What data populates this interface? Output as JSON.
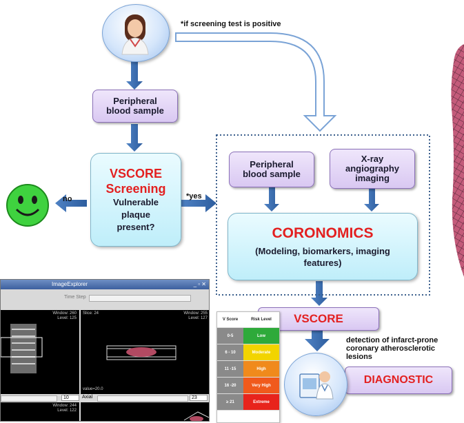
{
  "top_note": "*if screening test is positive",
  "boxes": {
    "blood_sample_1": [
      "Peripheral",
      "blood sample"
    ],
    "vscore_screening": {
      "title1": "VSCORE",
      "title2": "Screening",
      "q1": "Vulnerable",
      "q2": "plaque",
      "q3": "present?"
    },
    "blood_sample_2": [
      "Peripheral",
      "blood sample"
    ],
    "xray": [
      "X-ray",
      "angiography",
      "imaging"
    ],
    "coronomics": {
      "title": "CORONOMICS",
      "line1": "(Modeling, biomarkers, imaging",
      "line2": "features)"
    },
    "vscore": "VSCORE",
    "diagnostic": "DIAGNOSTIC"
  },
  "labels": {
    "no": "no",
    "yes": "*yes",
    "detection1": "detection of infarct-prone",
    "detection2": "coronary atherosclerotic",
    "detection3": "lesions"
  },
  "risk_table": {
    "header": [
      "V Score",
      "Risk Level"
    ],
    "rows": [
      {
        "score": "0-5",
        "level": "Low",
        "color": "#2eaa3a"
      },
      {
        "score": "6 - 10",
        "level": "Moderate",
        "color": "#f2d400"
      },
      {
        "score": "11 -15",
        "level": "High",
        "color": "#f08a1c"
      },
      {
        "score": "16 -20",
        "level": "Very High",
        "color": "#f05a1c"
      },
      {
        "score": "≥ 21",
        "level": "Extreme",
        "color": "#e8241c"
      }
    ]
  },
  "viewer": {
    "title": "ImageExplorer",
    "slider_label": "Time Step",
    "q1": {
      "window": "Window: 260",
      "level": "Level: 125"
    },
    "q2": {
      "slice": "Slice: 24",
      "window": "Window: 255",
      "level": "Level: 127",
      "value": "value=20.0"
    },
    "q3": {
      "window": "Window: 244",
      "level": "Level: 122"
    },
    "ctrl_val1": "10",
    "ctrl_axial": "Axial",
    "ctrl_val2": "23"
  },
  "colors": {
    "accent_red": "#e32020",
    "arrow_blue": "#3c6fb0"
  }
}
